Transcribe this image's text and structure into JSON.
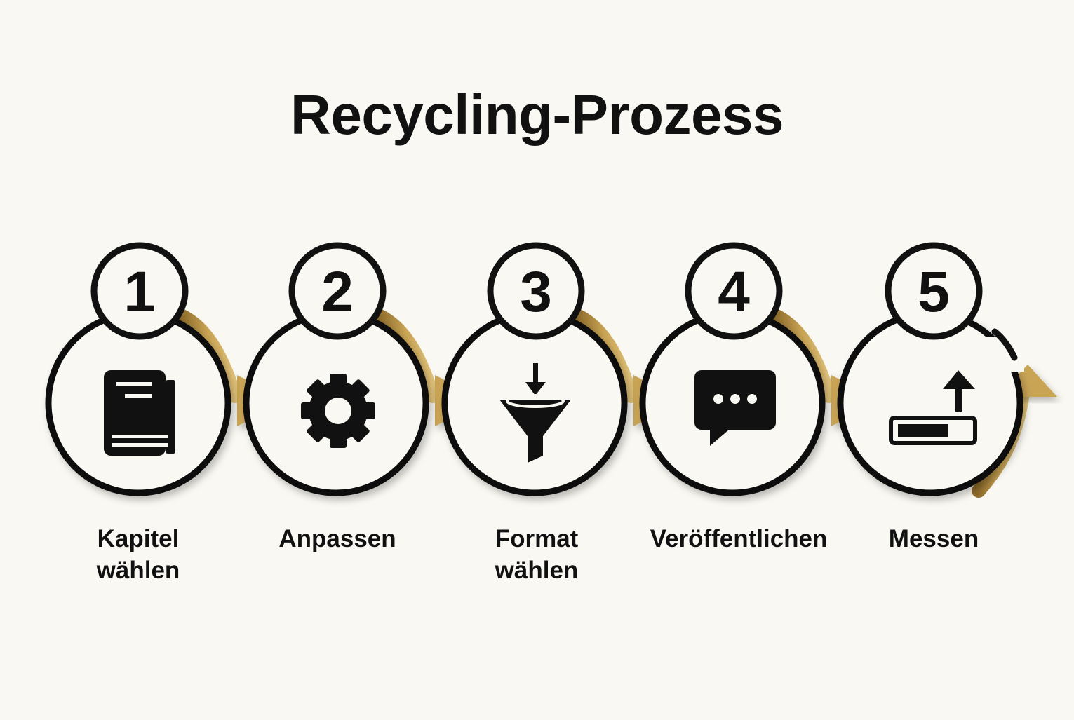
{
  "title": "Recycling-Prozess",
  "colors": {
    "accent": "#c9a454",
    "ink": "#111111",
    "background": "#faf8f2"
  },
  "steps": [
    {
      "number": "1",
      "icon": "book-icon",
      "label_lines": [
        "Kapitel",
        "wählen"
      ]
    },
    {
      "number": "2",
      "icon": "gear-icon",
      "label_lines": [
        "Anpassen"
      ]
    },
    {
      "number": "3",
      "icon": "funnel-icon",
      "label_lines": [
        "Format",
        "wählen"
      ]
    },
    {
      "number": "4",
      "icon": "chat-bubble-icon",
      "label_lines": [
        "Veröffentlichen"
      ]
    },
    {
      "number": "5",
      "icon": "progress-upload-icon",
      "label_lines": [
        "Messen"
      ]
    }
  ]
}
